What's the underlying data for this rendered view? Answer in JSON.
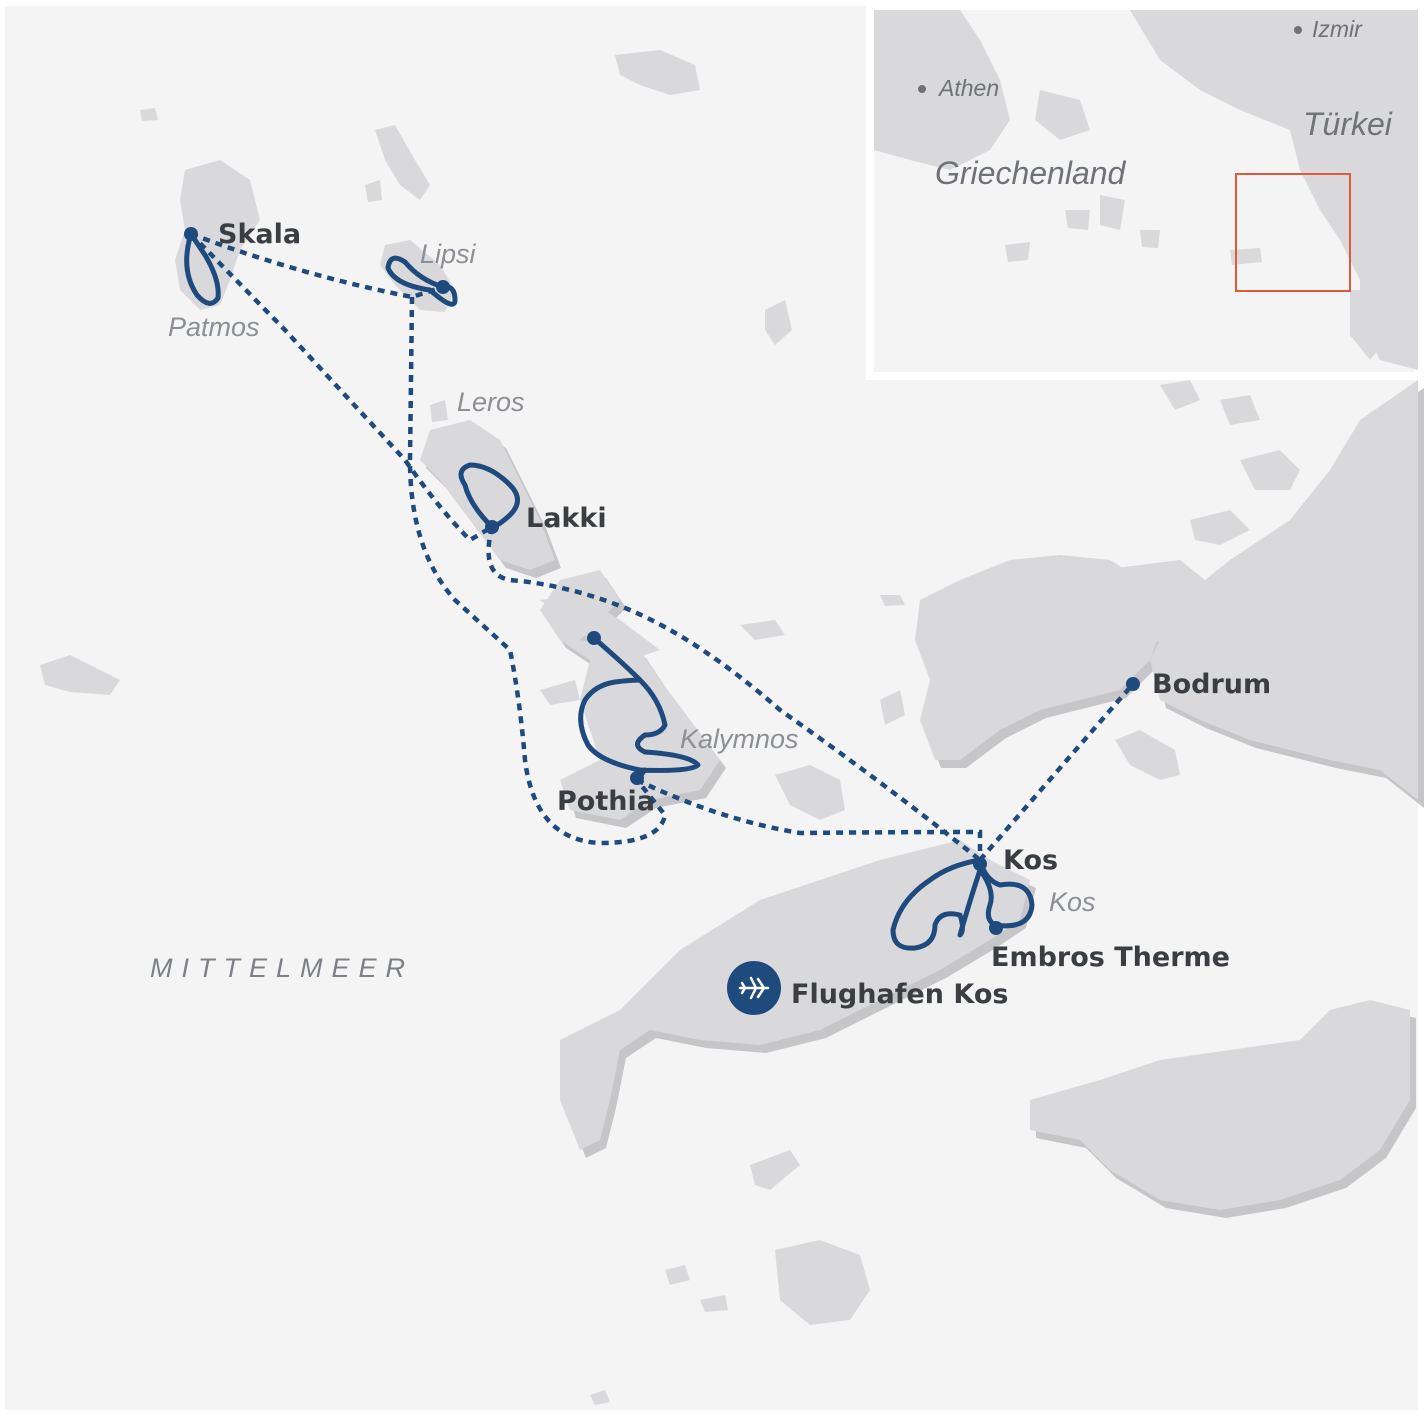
{
  "map": {
    "colors": {
      "sea": "#f4f4f4",
      "land": "#d9d9dc",
      "route": "#1e4a7d",
      "inset_frame": "#e05a3a"
    },
    "places": {
      "skala": "Skala",
      "lakki": "Lakki",
      "pothia": "Pothia",
      "kos_town": "Kos",
      "bodrum": "Bodrum",
      "embros": "Embros Therme",
      "airport": "Flughafen Kos"
    },
    "islands": {
      "patmos": "Patmos",
      "lipsi": "Lipsi",
      "leros": "Leros",
      "kalymnos": "Kalymnos",
      "kos": "Kos"
    },
    "sea_label": "MITTELMEER",
    "airport_icon": "airplane-icon",
    "inset": {
      "athen": "Athen",
      "izmir": "Izmir",
      "griechenland": "Griechenland",
      "tuerkei": "Türkei"
    }
  }
}
